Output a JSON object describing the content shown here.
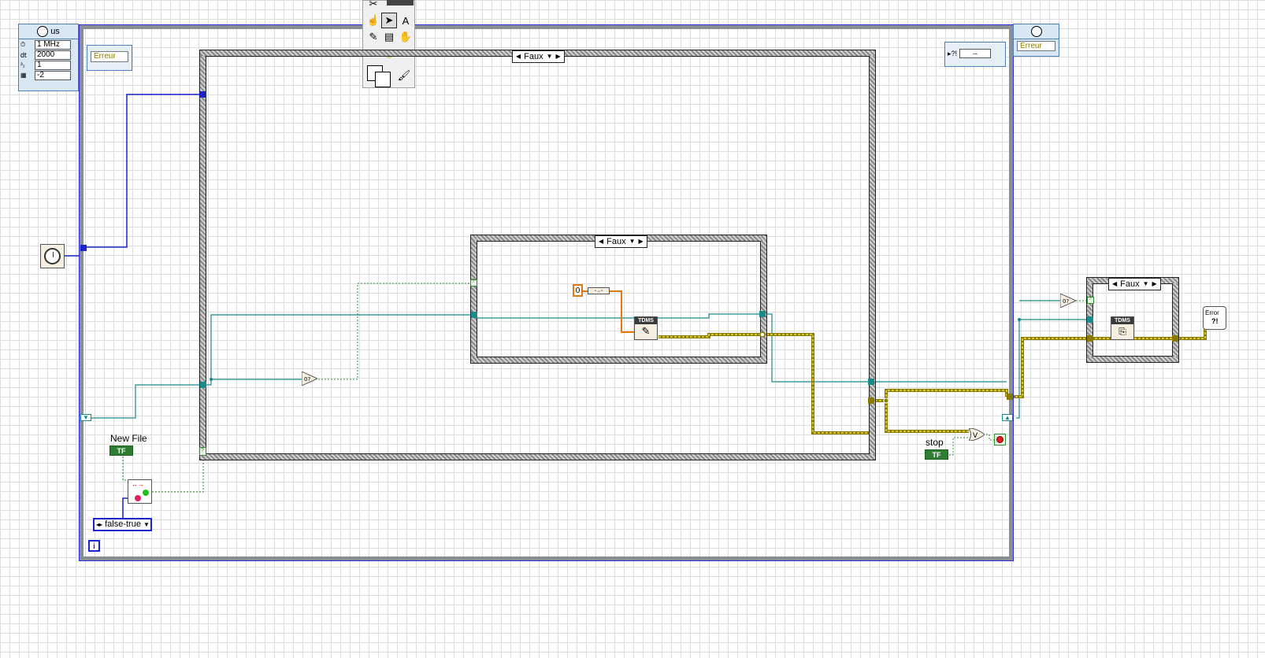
{
  "timing_cluster": {
    "header_unit": "us",
    "rows": [
      {
        "tag": "MHz-source",
        "value": "1 MHz"
      },
      {
        "tag": "dt",
        "value": "2000"
      },
      {
        "tag": "offset",
        "value": "1"
      },
      {
        "tag": "priority",
        "value": "-2"
      }
    ]
  },
  "error_in_cluster": {
    "label": "Erreur"
  },
  "error_out_cluster": {
    "label": "Erreur"
  },
  "right_status_cluster": {
    "value": "--"
  },
  "outer_case": {
    "selector": "Faux"
  },
  "inner_case": {
    "selector": "Faux"
  },
  "right_case": {
    "selector": "Faux"
  },
  "tdms_write": {
    "title": "TDMS"
  },
  "tdms_close": {
    "title": "TDMS"
  },
  "numeric_constant": {
    "value": "0"
  },
  "new_file_control": {
    "label": "New File",
    "badge": "TF"
  },
  "stop_control": {
    "label": "stop",
    "badge": "TF"
  },
  "mech_action_enum": {
    "value": "false-true"
  },
  "loop_iteration": {
    "label": "i"
  },
  "error_handler": {
    "label": "Error"
  },
  "or_node": {
    "label": "V"
  },
  "colors": {
    "loop_border": "#8a8e96",
    "blue_wire": "#1a24c8",
    "teal_wire": "#1a8a8a",
    "green_wire": "#2e8b2e",
    "orange_wire": "#e07a10",
    "error_wire": "#b8a400"
  }
}
